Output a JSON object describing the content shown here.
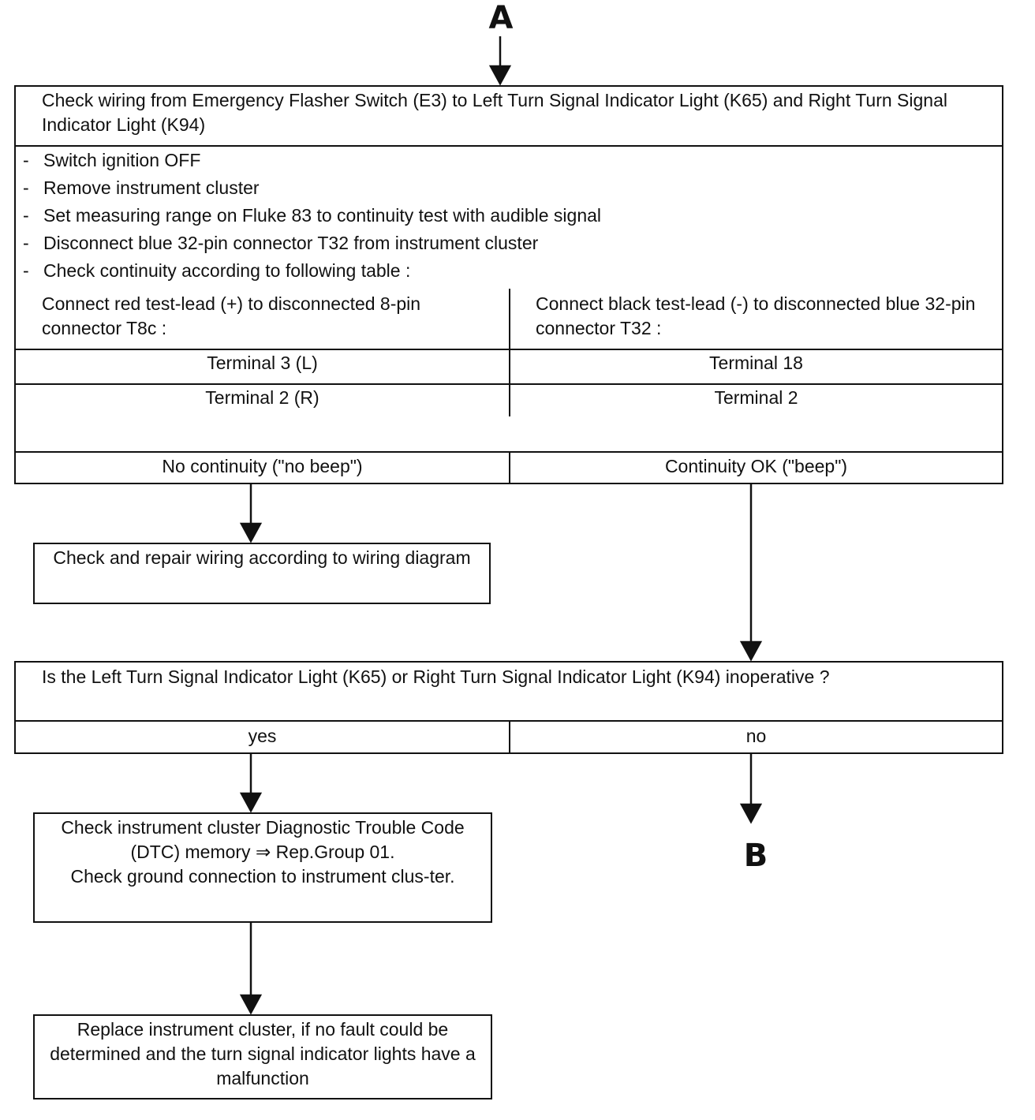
{
  "markers": {
    "start": "A",
    "end": "B"
  },
  "check_box": {
    "title": "Check wiring from Emergency Flasher Switch (E3) to Left Turn Signal Indicator Light (K65) and Right Turn Signal Indicator Light (K94)",
    "steps": [
      "Switch ignition OFF",
      "Remove instrument cluster",
      "Set measuring range on Fluke 83 to continuity test with audible signal",
      "Disconnect blue 32-pin connector T32 from instrument cluster",
      "Check continuity according to following table :"
    ],
    "step_bullet": "-",
    "table": {
      "header_left": "Connect red test-lead (+) to disconnected 8-pin connector T8c :",
      "header_right": "Connect black test-lead (-) to disconnected blue 32-pin connector T32 :",
      "rows": [
        {
          "left": "Terminal 3 (L)",
          "right": "Terminal 18"
        },
        {
          "left": "Terminal 2 (R)",
          "right": "Terminal 2"
        }
      ]
    },
    "outcome_left": "No continuity (\"no beep\")",
    "outcome_right": "Continuity OK (\"beep\")"
  },
  "repair_wiring_box": "Check and repair wiring according to wiring diagram",
  "question_box": {
    "question": "Is the Left Turn Signal Indicator Light (K65) or Right Turn Signal Indicator Light (K94) inoperative ?",
    "yes": "yes",
    "no": "no"
  },
  "dtc_box": {
    "line1": "Check instrument cluster Diagnostic Trouble Code (DTC) memory ⇒ Rep.Group 01.",
    "line2": "Check ground connection to instrument clus-ter."
  },
  "replace_box": "Replace instrument cluster, if no fault could be determined and the turn signal indicator lights have a malfunction"
}
